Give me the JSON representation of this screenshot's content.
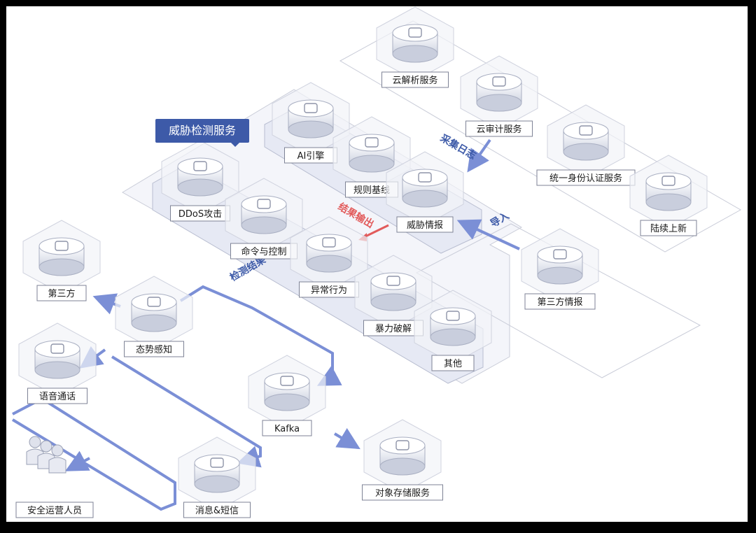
{
  "title": "威胁检测服务",
  "nodes": [
    {
      "id": "yunjiexi",
      "label": "云解析服务",
      "icon": "globe-icon"
    },
    {
      "id": "yunshenji",
      "label": "云审计服务",
      "icon": "cloud-icon"
    },
    {
      "id": "tongyi",
      "label": "统一身份认证服务",
      "icon": "id-card-icon"
    },
    {
      "id": "luxu",
      "label": "陆续上新",
      "icon": "new-icon"
    },
    {
      "id": "ai",
      "label": "AI引擎",
      "icon": "ai-chip-icon"
    },
    {
      "id": "guize",
      "label": "规则基线",
      "icon": "shield-icon"
    },
    {
      "id": "weixie",
      "label": "威胁情报",
      "icon": "document-icon"
    },
    {
      "id": "ddos",
      "label": "DDoS攻击",
      "icon": "rocket-icon"
    },
    {
      "id": "mingling",
      "label": "命令与控制",
      "icon": "network-icon"
    },
    {
      "id": "yichang",
      "label": "异常行为",
      "icon": "search-icon"
    },
    {
      "id": "baoli",
      "label": "暴力破解",
      "icon": "hammer-icon"
    },
    {
      "id": "qita",
      "label": "其他",
      "icon": "ellipsis-icon"
    },
    {
      "id": "disanfang_qb",
      "label": "第三方情报",
      "icon": "data-icon"
    },
    {
      "id": "disanfang",
      "label": "第三方",
      "icon": "refresh-icon"
    },
    {
      "id": "taishi",
      "label": "态势感知",
      "icon": "shield-chart-icon"
    },
    {
      "id": "yuyin",
      "label": "语音通话",
      "icon": "phone-cloud-icon"
    },
    {
      "id": "kafka",
      "label": "Kafka",
      "icon": "message-icon"
    },
    {
      "id": "duixiang",
      "label": "对象存储服务",
      "icon": "storage-cloud-icon"
    },
    {
      "id": "xiaoxi",
      "label": "消息&短信",
      "icon": "sms-icon"
    },
    {
      "id": "anquan",
      "label": "安全运营人员",
      "icon": "people-icon"
    }
  ],
  "flow_labels": {
    "caiji": "采集日志",
    "daoru": "导入",
    "jieguo": "结果输出",
    "jiance": "检测结果"
  },
  "colors": {
    "badge": "#3d5aa8",
    "flow_line": "#7b8fd6",
    "result_output": "#e25b5b"
  }
}
